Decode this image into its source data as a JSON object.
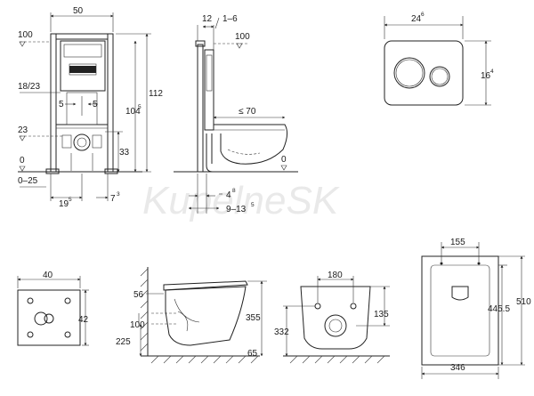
{
  "watermark": "KupelneSK",
  "front_view": {
    "width": "50",
    "top_level": "100",
    "range_a": "18/23",
    "range_a_sup": "",
    "left5": "5",
    "right5": "5",
    "tick_23": "23",
    "h33": "33",
    "zero": "0",
    "floor_range": "0–25",
    "h112": "112",
    "h104": "104",
    "h104_sup": "5",
    "w19": "19",
    "w19_sup": "5",
    "w7": "7",
    "w7_sup": "3"
  },
  "side_view": {
    "d12": "12",
    "d1_6": "1–6",
    "top100": "100",
    "le70": "≤ 70",
    "zero": "0",
    "d4": "4",
    "d4_sup": "8",
    "d9": "9–13",
    "d9_sup": "5"
  },
  "plate": {
    "width": "24",
    "width_sup": "6",
    "height": "16",
    "height_sup": "4"
  },
  "panel": {
    "width": "40",
    "height": "42"
  },
  "bowl_side": {
    "d56": "56",
    "d100": "100",
    "d225": "225",
    "d355": "355",
    "d65": "65"
  },
  "bowl_front": {
    "d180": "180",
    "d135": "135",
    "d332": "332"
  },
  "bowl_top": {
    "d155": "155",
    "d445": "445.5",
    "d510": "510",
    "d346": "346"
  }
}
